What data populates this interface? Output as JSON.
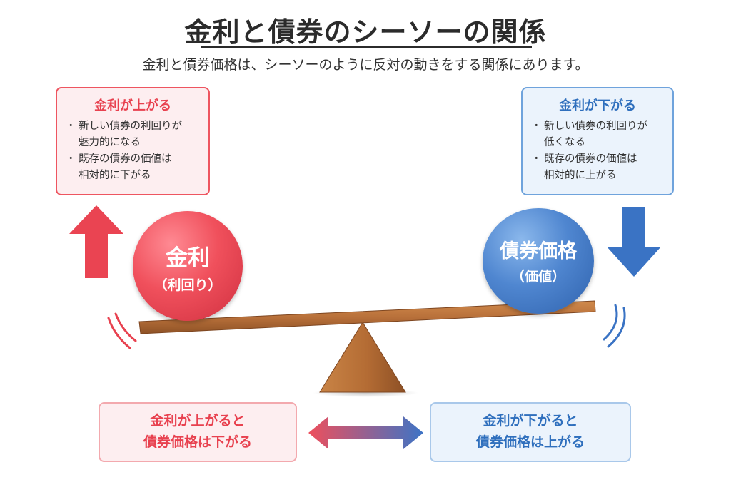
{
  "header": {
    "title": "金利と債券のシーソーの関係",
    "subtitle": "金利と債券価格は、シーソーのように反対の動きをする関係にあります。"
  },
  "left_card": {
    "title": "金利が上がる",
    "bullets": [
      [
        "新しい債券の利回りが",
        "魅力的になる"
      ],
      [
        "既存の債券の価値は",
        "相対的に下がる"
      ]
    ]
  },
  "right_card": {
    "title": "金利が下がる",
    "bullets": [
      [
        "新しい債券の利回りが",
        "低くなる"
      ],
      [
        "既存の債券の価値は",
        "相対的に上がる"
      ]
    ]
  },
  "left_ball": {
    "main": "金利",
    "sub": "（利回り）"
  },
  "right_ball": {
    "main": "債券価格",
    "sub": "（価値）"
  },
  "bottom_left": {
    "line1": "金利が上がると",
    "line2": "債券価格は下がる"
  },
  "bottom_right": {
    "line1": "金利が下がると",
    "line2": "債券価格は上がる"
  },
  "colors": {
    "red": "#e8414f",
    "blue": "#2f6fbd",
    "wood": "#b8703a"
  }
}
